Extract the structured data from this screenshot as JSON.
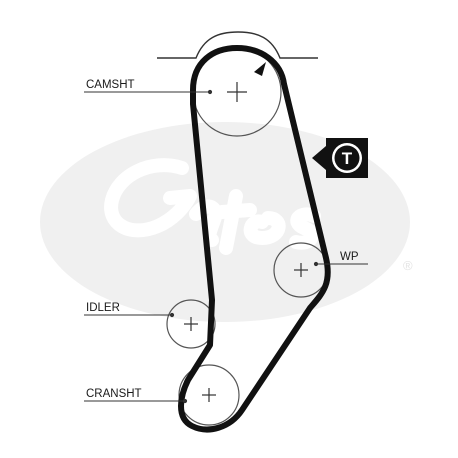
{
  "labels": {
    "camshaft": "CAMSHT",
    "water_pump": "WP",
    "idler": "IDLER",
    "crankshaft": "CRANSHT"
  },
  "tension_marker": "T",
  "watermark": {
    "brand": "Gates",
    "registered_mark": "®"
  },
  "colors": {
    "belt": "#111111",
    "pulley_outline": "#555555",
    "watermark": "#eeeeee",
    "marker_fill": "#111111",
    "marker_text": "#ffffff"
  }
}
